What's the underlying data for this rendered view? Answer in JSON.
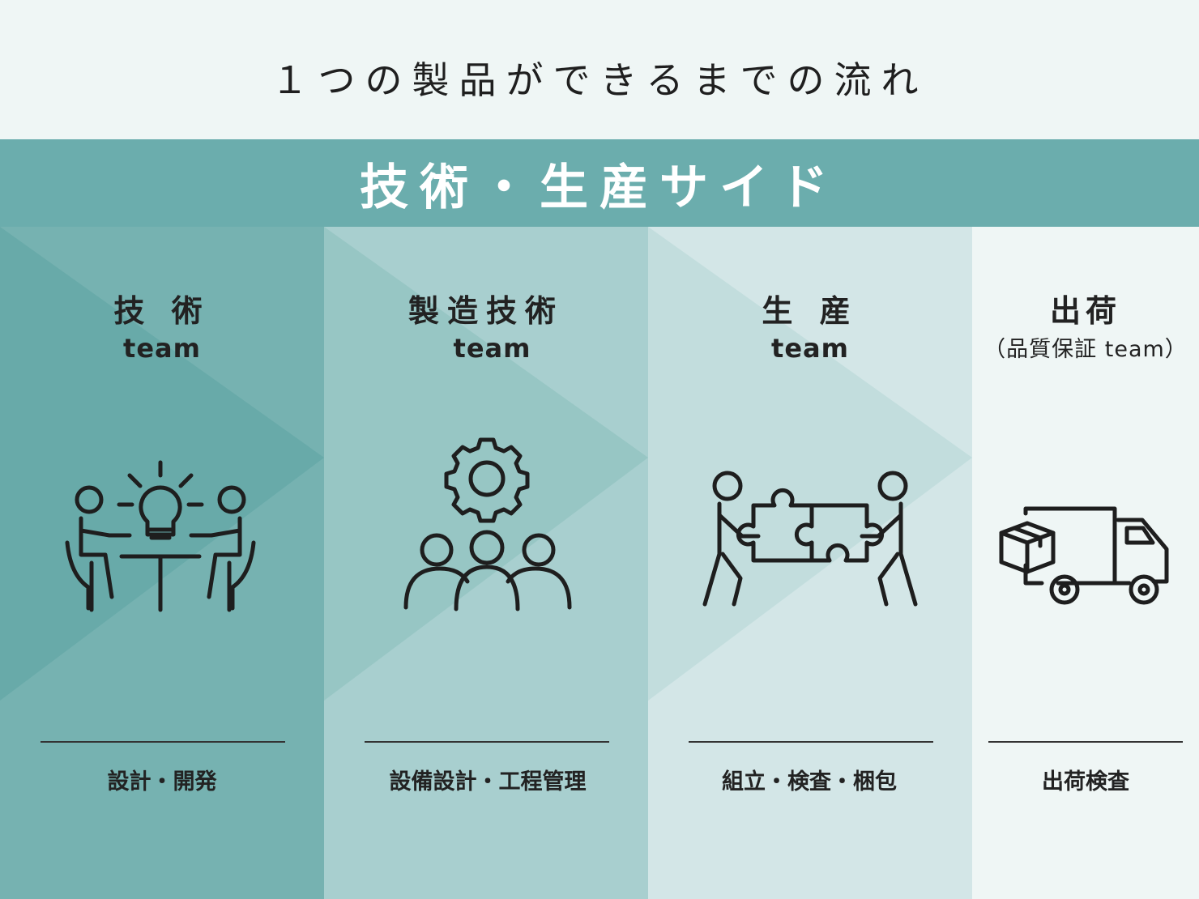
{
  "title": "１つの製品ができるまでの流れ",
  "band": {
    "label": "技術・生産サイド",
    "color": "#6badad"
  },
  "columns": [
    {
      "title": "技 術",
      "subtitle": "team",
      "description": "設計・開発",
      "icon": "meeting-lightbulb-icon",
      "bg": "#76b2b1",
      "chevron": "#68aaa9"
    },
    {
      "title": "製造技術",
      "subtitle": "team",
      "description": "設備設計・工程管理",
      "icon": "team-gear-icon",
      "bg": "#a8cfcf",
      "chevron": "#97c6c4"
    },
    {
      "title": "生 産",
      "subtitle": "team",
      "description": "組立・検査・梱包",
      "icon": "puzzle-people-icon",
      "bg": "#d3e6e7",
      "chevron": "#c2dddd"
    },
    {
      "title": "出荷",
      "subtitle": "（品質保証 team）",
      "description": "出荷検査",
      "icon": "delivery-truck-icon",
      "bg": "#eff6f5",
      "chevron": "#eff6f5"
    }
  ]
}
